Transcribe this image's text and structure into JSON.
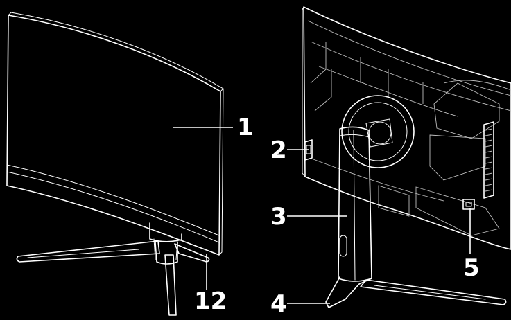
{
  "diagram": {
    "colors": {
      "background": "#000000",
      "line": "#ffffff"
    },
    "callouts": [
      {
        "id": "1",
        "label": "1"
      },
      {
        "id": "2",
        "label": "2"
      },
      {
        "id": "3",
        "label": "3"
      },
      {
        "id": "4",
        "label": "4"
      },
      {
        "id": "5",
        "label": "5"
      },
      {
        "id": "12",
        "label": "12"
      }
    ]
  }
}
